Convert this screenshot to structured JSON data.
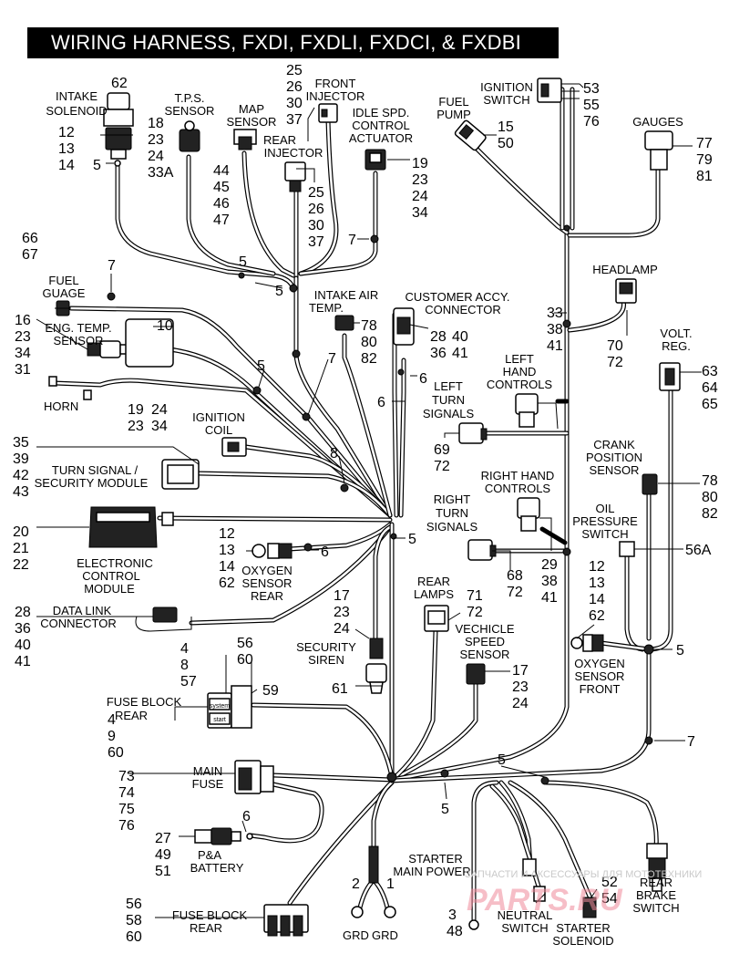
{
  "title": "WIRING HARNESS, FXDI, FXDLI, FXDCI, & FXDBI",
  "components": [
    {
      "id": "intake-solenoid",
      "lines": [
        "INTAKE",
        "SOLENOID"
      ]
    },
    {
      "id": "tps-sensor",
      "lines": [
        "T.P.S.",
        "SENSOR"
      ]
    },
    {
      "id": "map-sensor",
      "lines": [
        "MAP",
        "SENSOR"
      ]
    },
    {
      "id": "front-injector",
      "lines": [
        "FRONT",
        "INJECTOR"
      ]
    },
    {
      "id": "rear-injector",
      "lines": [
        "REAR",
        "INJECTOR"
      ]
    },
    {
      "id": "idle-speed-actuator",
      "lines": [
        "IDLE SPD.",
        "CONTROL",
        "ACTUATOR"
      ]
    },
    {
      "id": "fuel-pump",
      "lines": [
        "FUEL",
        "PUMP"
      ]
    },
    {
      "id": "ignition-switch",
      "lines": [
        "IGNITION",
        "SWITCH"
      ]
    },
    {
      "id": "gauges",
      "lines": [
        "GAUGES"
      ]
    },
    {
      "id": "fuel-gauge",
      "lines": [
        "FUEL",
        "GUAGE"
      ]
    },
    {
      "id": "eng-temp-sensor",
      "lines": [
        "ENG. TEMP.",
        "SENSOR"
      ]
    },
    {
      "id": "horn",
      "lines": [
        "HORN"
      ]
    },
    {
      "id": "intake-air-temp",
      "lines": [
        "INTAKE  AIR",
        "TEMP."
      ]
    },
    {
      "id": "customer-accy-connector",
      "lines": [
        "CUSTOMER ACCY.",
        "CONNECTOR"
      ]
    },
    {
      "id": "headlamp",
      "lines": [
        "HEADLAMP"
      ]
    },
    {
      "id": "left-hand-controls",
      "lines": [
        "LEFT",
        "HAND",
        "CONTROLS"
      ]
    },
    {
      "id": "left-turn-signals",
      "lines": [
        "LEFT",
        "TURN",
        "SIGNALS"
      ]
    },
    {
      "id": "volt-reg",
      "lines": [
        "VOLT.",
        "REG."
      ]
    },
    {
      "id": "ignition-coil",
      "lines": [
        "IGNITION",
        "COIL"
      ]
    },
    {
      "id": "turn-signal-security-module",
      "lines": [
        "TURN SIGNAL /",
        "SECURITY MODULE"
      ]
    },
    {
      "id": "electronic-control-module",
      "lines": [
        "ELECTRONIC",
        "CONTROL",
        "MODULE"
      ]
    },
    {
      "id": "oxygen-sensor-rear",
      "lines": [
        "OXYGEN",
        "SENSOR",
        "REAR"
      ]
    },
    {
      "id": "crank-position-sensor",
      "lines": [
        "CRANK",
        "POSITION",
        "SENSOR"
      ]
    },
    {
      "id": "right-hand-controls",
      "lines": [
        "RIGHT HAND",
        "CONTROLS"
      ]
    },
    {
      "id": "right-turn-signals",
      "lines": [
        "RIGHT",
        "TURN",
        "SIGNALS"
      ]
    },
    {
      "id": "oil-pressure-switch",
      "lines": [
        "OIL",
        "PRESSURE",
        "SWITCH"
      ]
    },
    {
      "id": "data-link-connector",
      "lines": [
        "DATA LINK",
        "CONNECTOR"
      ]
    },
    {
      "id": "rear-lamps",
      "lines": [
        "REAR",
        "LAMPS"
      ]
    },
    {
      "id": "security-siren",
      "lines": [
        "SECURITY",
        "SIREN"
      ]
    },
    {
      "id": "vehicle-speed-sensor",
      "lines": [
        "VECHICLE",
        "SPEED",
        "SENSOR"
      ]
    },
    {
      "id": "oxygen-sensor-front",
      "lines": [
        "OXYGEN",
        "SENSOR",
        "FRONT"
      ]
    },
    {
      "id": "fuse-block-rear-upper",
      "lines": [
        "FUSE BLOCK",
        "REAR"
      ]
    },
    {
      "id": "main-fuse",
      "lines": [
        "MAIN",
        "FUSE"
      ]
    },
    {
      "id": "pa-battery",
      "lines": [
        "P&A",
        "BATTERY"
      ]
    },
    {
      "id": "starter-main-power",
      "lines": [
        "STARTER",
        "MAIN POWER"
      ]
    },
    {
      "id": "neutral-switch",
      "lines": [
        "NEUTRAL",
        "SWITCH"
      ]
    },
    {
      "id": "starter-solenoid",
      "lines": [
        "STARTER",
        "SOLENOID"
      ]
    },
    {
      "id": "rear-brake-switch",
      "lines": [
        "REAR",
        "BRAKE",
        "SWITCH"
      ]
    },
    {
      "id": "fuse-block-rear-lower",
      "lines": [
        "FUSE BLOCK",
        "REAR"
      ]
    }
  ],
  "fuse_block_labels": {
    "system": "system",
    "start": "start"
  },
  "ground_labels": [
    "GRD",
    "GRD"
  ],
  "callouts": {
    "c62": "62",
    "c12_a": "12",
    "c13_a": "13",
    "c14_a": "14",
    "c5_a": "5",
    "c18": "18",
    "c23_a": "23",
    "c24_a": "24",
    "c33A": "33A",
    "c44": "44",
    "c45": "45",
    "c46": "46",
    "c47": "47",
    "c25_a": "25",
    "c26_a": "26",
    "c30_a": "30",
    "c37_a": "37",
    "c25_b": "25",
    "c26_b": "26",
    "c30_b": "30",
    "c37_b": "37",
    "c19_a": "19",
    "c23_b": "23",
    "c24_b": "24",
    "c34_a": "34",
    "c7_a": "7",
    "c15": "15",
    "c50": "50",
    "c53": "53",
    "c55": "55",
    "c76_a": "76",
    "c77": "77",
    "c79": "79",
    "c81": "81",
    "c66": "66",
    "c67": "67",
    "c7_b": "7",
    "c5_b": "5",
    "c5_c": "5",
    "c16": "16",
    "c23_c": "23",
    "c34_b": "34",
    "c31": "31",
    "c10": "10",
    "c5_d": "5",
    "c7_c": "7",
    "c78_a": "78",
    "c80_a": "80",
    "c82_a": "82",
    "c28_a": "28",
    "c40_a": "40",
    "c36_a": "36",
    "c41_a": "41",
    "c6_a": "6",
    "c6_b": "6",
    "c33": "33",
    "c38_a": "38",
    "c41_b": "41",
    "c70": "70",
    "c72_a": "72",
    "c63": "63",
    "c64": "64",
    "c65": "65",
    "c69": "69",
    "c72_b": "72",
    "c19_b": "19",
    "c24_c": "24",
    "c23_d": "23",
    "c34_c": "34",
    "c35": "35",
    "c39": "39",
    "c42": "42",
    "c43": "43",
    "c8_a": "8",
    "c20": "20",
    "c21": "21",
    "c22": "22",
    "c5_e": "5",
    "c12_b": "12",
    "c13_b": "13",
    "c14_b": "14",
    "c62_b": "62",
    "c6_c": "6",
    "c78_b": "78",
    "c80_b": "80",
    "c82_b": "82",
    "c68": "68",
    "c72_c": "72",
    "c29": "29",
    "c38_b": "38",
    "c41_c": "41",
    "c56A": "56A",
    "c12_c": "12",
    "c13_c": "13",
    "c14_c": "14",
    "c62_c": "62",
    "c28_b": "28",
    "c36_b": "36",
    "c40_b": "40",
    "c41_d": "41",
    "c17_a": "17",
    "c23_e": "23",
    "c24_d": "24",
    "c71": "71",
    "c72_d": "72",
    "c4_a": "4",
    "c8_b": "8",
    "c57": "57",
    "c56_a": "56",
    "c60_a": "60",
    "c59": "59",
    "c61": "61",
    "c17_b": "17",
    "c23_f": "23",
    "c24_e": "24",
    "c5_f": "5",
    "c7_d": "7",
    "c4_b": "4",
    "c9": "9",
    "c60_b": "60",
    "c5_g": "5",
    "c5_h": "5",
    "c73": "73",
    "c74": "74",
    "c75": "75",
    "c76_b": "76",
    "c27": "27",
    "c49": "49",
    "c51": "51",
    "c6_d": "6",
    "c2": "2",
    "c1": "1",
    "c3": "3",
    "c48": "48",
    "c52": "52",
    "c54": "54",
    "c56_b": "56",
    "c58": "58",
    "c60_c": "60"
  },
  "watermark": {
    "text": "ЗАПЧАСТИ И АКСЕССУАРЫ ДЛЯ МОТОТЕХНИКИ",
    "logo": "PARTS.RU"
  }
}
